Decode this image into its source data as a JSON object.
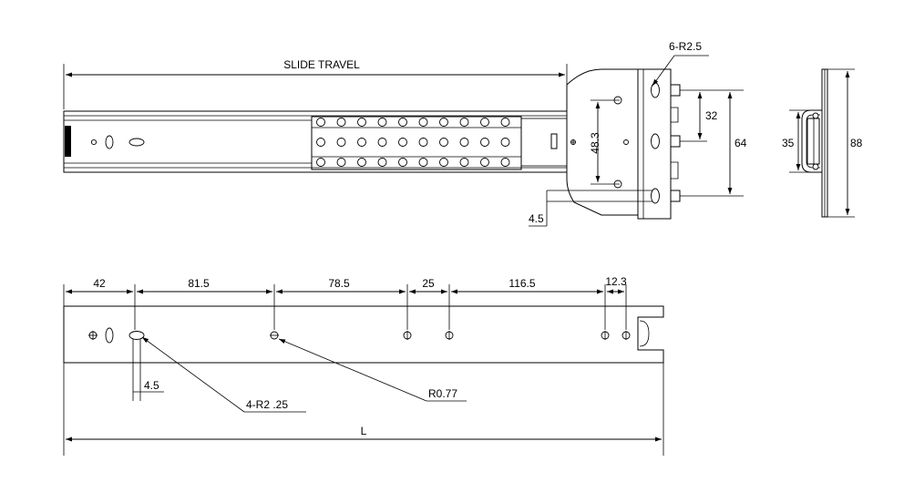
{
  "labels": {
    "slide_travel": "SLIDE TRAVEL",
    "bracket_holes": "6-R2.5",
    "dim_32": "32",
    "dim_64": "64",
    "dim_48_3": "48.3",
    "dim_4_5_top": "4.5",
    "dim_35": "35",
    "dim_88": "88",
    "dim_42": "42",
    "dim_81_5": "81.5",
    "dim_78_5": "78.5",
    "dim_25": "25",
    "dim_116_5": "116.5",
    "dim_12_3": "12.3",
    "dim_4_5_bottom": "4.5",
    "rail_holes": "4-R2 .25",
    "hole_radius": "R0.77",
    "length": "L"
  }
}
